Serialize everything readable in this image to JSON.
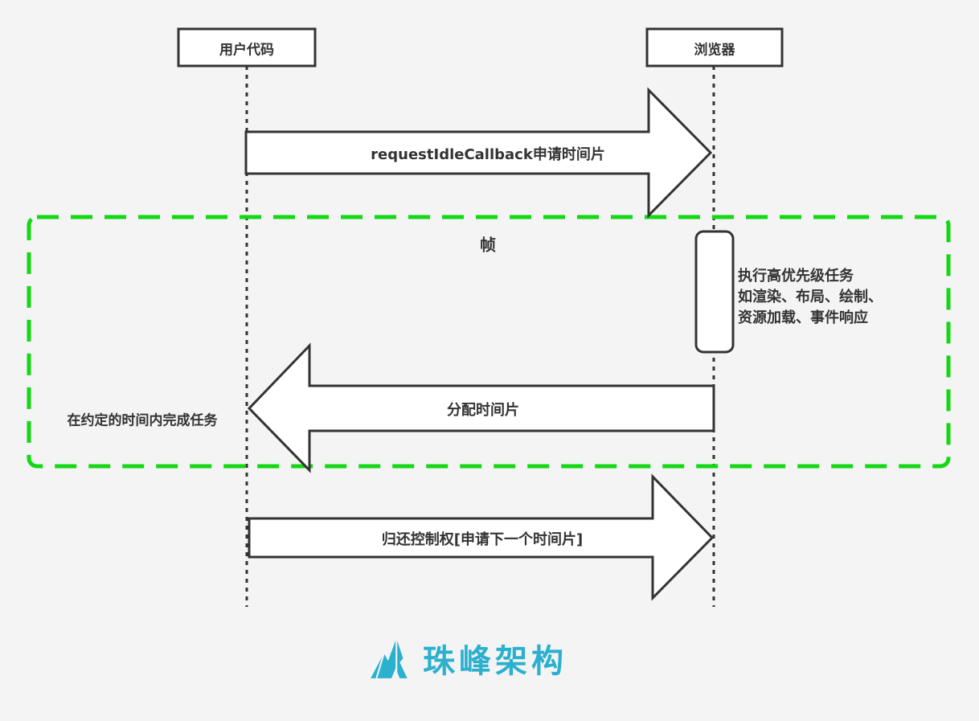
{
  "diagram": {
    "title_hint": "requestIdleCallback sequence diagram",
    "actors": [
      {
        "label": "用户代码"
      },
      {
        "label": "浏览器"
      }
    ],
    "messages": [
      {
        "label": "requestIdleCallback申请时间片",
        "from": "用户代码",
        "to": "浏览器",
        "direction": "right"
      },
      {
        "label": "分配时间片",
        "from": "浏览器",
        "to": "用户代码",
        "direction": "left"
      },
      {
        "label": "归还控制权[申请下一个时间片]",
        "from": "用户代码",
        "to": "浏览器",
        "direction": "right"
      }
    ],
    "frame": {
      "label": "帧"
    },
    "activation_note": {
      "lines": [
        "执行高优先级任务",
        "如渲染、布局、绘制、",
        "资源加载、事件响应"
      ]
    },
    "left_note": "在约定的时间内完成任务",
    "logo": {
      "text": "珠峰架构",
      "icon": "mountain-peak-icon"
    },
    "colors": {
      "background": "#F4F4F5",
      "stroke": "#333333",
      "shape_fill": "#FFFFFF",
      "frame_green": "#14D814",
      "logo_cyan": "#2BB0CE"
    }
  }
}
